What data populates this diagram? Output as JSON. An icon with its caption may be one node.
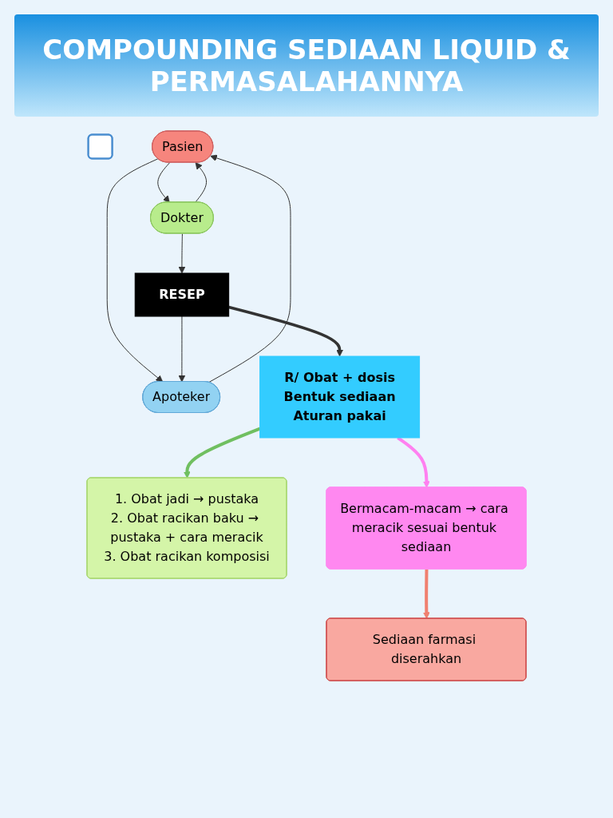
{
  "diagram": {
    "title": "COMPOUNDING SEDIAAN LIQUID & PERMASALAHANNYA",
    "nodes": [
      {
        "text": [],
        "shape": "box"
      },
      {
        "text": [
          "Pasien"
        ]
      },
      {
        "text": [
          "Dokter"
        ]
      },
      {
        "text": [
          "Apoteker"
        ]
      },
      {
        "text": [
          "RESEP"
        ]
      },
      {
        "text": [
          "R/ Obat + dosis",
          "Bentuk sediaan",
          "Aturan pakai"
        ]
      },
      {
        "text": [
          "1. Obat jadi → pustaka",
          "2. Obat racikan baku → pustaka + cara meracik",
          "3. Obat racikan komposisi"
        ]
      },
      {
        "text": [
          "Bermacam-macam → cara meracik sesuai bentuk sediaan"
        ]
      },
      {
        "text": [
          "Sediaan farmasi diserahkan"
        ]
      }
    ],
    "edges": [
      {
        "from": 1,
        "to": 2,
        "arrow": "to"
      },
      {
        "from": 2,
        "to": 1,
        "arrow": "to"
      },
      {
        "from": 1,
        "to": 3,
        "arrow": "to"
      },
      {
        "from": 3,
        "to": 1,
        "arrow": "to"
      },
      {
        "from": 2,
        "to": 4,
        "arrow": "to"
      },
      {
        "from": 4,
        "to": 3,
        "arrow": "to"
      },
      {
        "from": 4,
        "to": 5,
        "arrow": "to",
        "style": "thick"
      },
      {
        "from": 5,
        "to": 6,
        "arrow": "to",
        "style": "thick",
        "color": "#70bf60"
      },
      {
        "from": 5,
        "to": 7,
        "arrow": "to",
        "style": "thick",
        "color": "#ff80f0"
      },
      {
        "from": 7,
        "to": 8,
        "arrow": "to",
        "style": "thick",
        "color": "#f08070"
      }
    ]
  }
}
